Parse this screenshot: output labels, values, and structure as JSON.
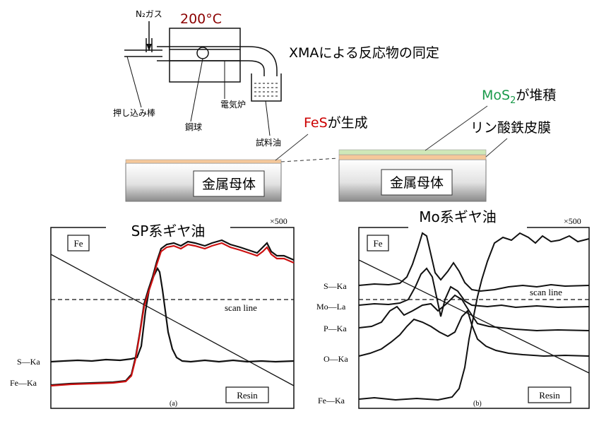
{
  "apparatus": {
    "n2_label": "N₂ガス",
    "temperature": "200°C",
    "rod_label": "押し込み棒",
    "ball_label": "鋼球",
    "furnace_label": "電気炉",
    "oil_label": "試料油"
  },
  "heading": "XMAによる反応物の同定",
  "left_specimen": {
    "layer_label_prefix": "FeS",
    "layer_label_suffix": "が生成",
    "body_label": "金属母体"
  },
  "right_specimen": {
    "mos2_prefix": "MoS",
    "mos2_sub": "2",
    "mos2_suffix": "が堆積",
    "film_label": "リン酸鉄皮膜",
    "body_label": "金属母体"
  },
  "chart_a": {
    "title": "SP系ギヤ油",
    "magnification": "×500",
    "fe_box": "Fe",
    "resin_box": "Resin",
    "scan_line": "scan line",
    "panel_label": "(a)",
    "y_labels": [
      "S—Ka",
      "Fe—Ka"
    ]
  },
  "chart_b": {
    "title": "Mo系ギヤ油",
    "magnification": "×500",
    "fe_box": "Fe",
    "resin_box": "Resin",
    "scan_line": "scan line",
    "panel_label": "(b)",
    "y_labels": [
      "S—Ka",
      "Mo—La",
      "P—Ka",
      "O—Ka",
      "Fe—Ka"
    ]
  },
  "colors": {
    "temperature": "#8b0000",
    "fes": "#cc0000",
    "mos2": "#1a9a4a",
    "fes_layer": "#f5c89a",
    "mos2_layer": "#cfe8b8",
    "red_trace": "#cc1111"
  }
}
